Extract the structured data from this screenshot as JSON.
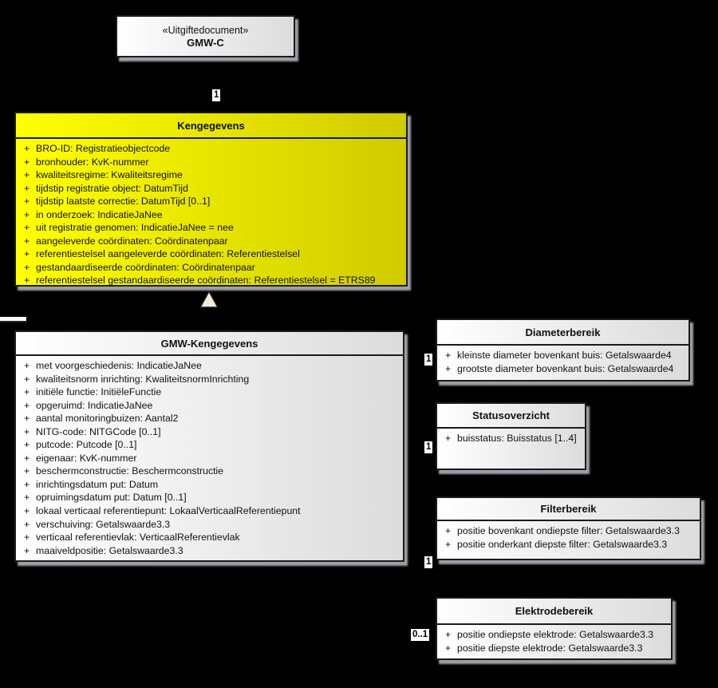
{
  "ui": {
    "plus": "+",
    "background_color": "#000000",
    "class_fill_left": "#ffffff",
    "class_fill_right": "#dcdcdc",
    "highlight_fill_left": "#ffff00",
    "highlight_fill_right": "#cfcb00",
    "shadow_color": "#a8a8b0"
  },
  "classes": {
    "gmwc": {
      "stereotype": "«Uitgiftedocument»",
      "name": "GMW-C"
    },
    "kengegevens": {
      "name": "Kengegevens",
      "attributes": [
        "BRO-ID: Registratieobjectcode",
        "bronhouder: KvK-nummer",
        "kwaliteitsregime: Kwaliteitsregime",
        "tijdstip registratie object: DatumTijd",
        "tijdstip laatste correctie: DatumTijd [0..1]",
        "in onderzoek: IndicatieJaNee",
        "uit registratie genomen: IndicatieJaNee = nee",
        "aangeleverde coördinaten: Coördinatenpaar",
        "referentiestelsel aangeleverde coördinaten: Referentiestelsel",
        "gestandaardiseerde coördinaten: Coördinatenpaar",
        "referentiestelsel gestandaardiseerde coördinaten: Referentiestelsel = ETRS89"
      ]
    },
    "gmw_kengegevens": {
      "name": "GMW-Kengegevens",
      "attributes": [
        "met voorgeschiedenis: IndicatieJaNee",
        "kwaliteitsnorm inrichting: KwaliteitsnormInrichting",
        "initiële functie: InitiëleFunctie",
        "opgeruimd: IndicatieJaNee",
        "aantal monitoringbuizen: Aantal2",
        "NITG-code: NITGCode [0..1]",
        "putcode: Putcode [0..1]",
        "eigenaar: KvK-nummer",
        "beschermconstructie: Beschermconstructie",
        "inrichtingsdatum put: Datum",
        "opruimingsdatum put: Datum [0..1]",
        "lokaal verticaal referentiepunt: LokaalVerticaalReferentiepunt",
        "verschuiving: Getalswaarde3.3",
        "verticaal referentievlak: VerticaalReferentievlak",
        "maaiveldpositie: Getalswaarde3.3"
      ]
    },
    "diameterbereik": {
      "name": "Diameterbereik",
      "attributes": [
        "kleinste diameter bovenkant buis: Getalswaarde4",
        "grootste diameter bovenkant buis: Getalswaarde4"
      ]
    },
    "statusoverzicht": {
      "name": "Statusoverzicht",
      "attributes": [
        "buisstatus: Buisstatus [1..4]"
      ]
    },
    "filterbereik": {
      "name": "Filterbereik",
      "attributes": [
        "positie bovenkant ondiepste filter: Getalswaarde3.3",
        "positie onderkant diepste filter: Getalswaarde3.3"
      ]
    },
    "elektrodebereik": {
      "name": "Elektrodebereik",
      "attributes": [
        "positie ondiepste elektrode: Getalswaarde3.3",
        "positie diepste elektrode: Getalswaarde3.3"
      ]
    }
  },
  "connectors": {
    "gmwc_to_kengegevens": {
      "multiplicity": "1"
    },
    "to_diameterbereik": {
      "multiplicity": "1"
    },
    "to_statusoverzicht": {
      "multiplicity": "1"
    },
    "to_filterbereik": {
      "multiplicity": "1"
    },
    "to_elektrodebereik": {
      "multiplicity": "0..1"
    }
  }
}
